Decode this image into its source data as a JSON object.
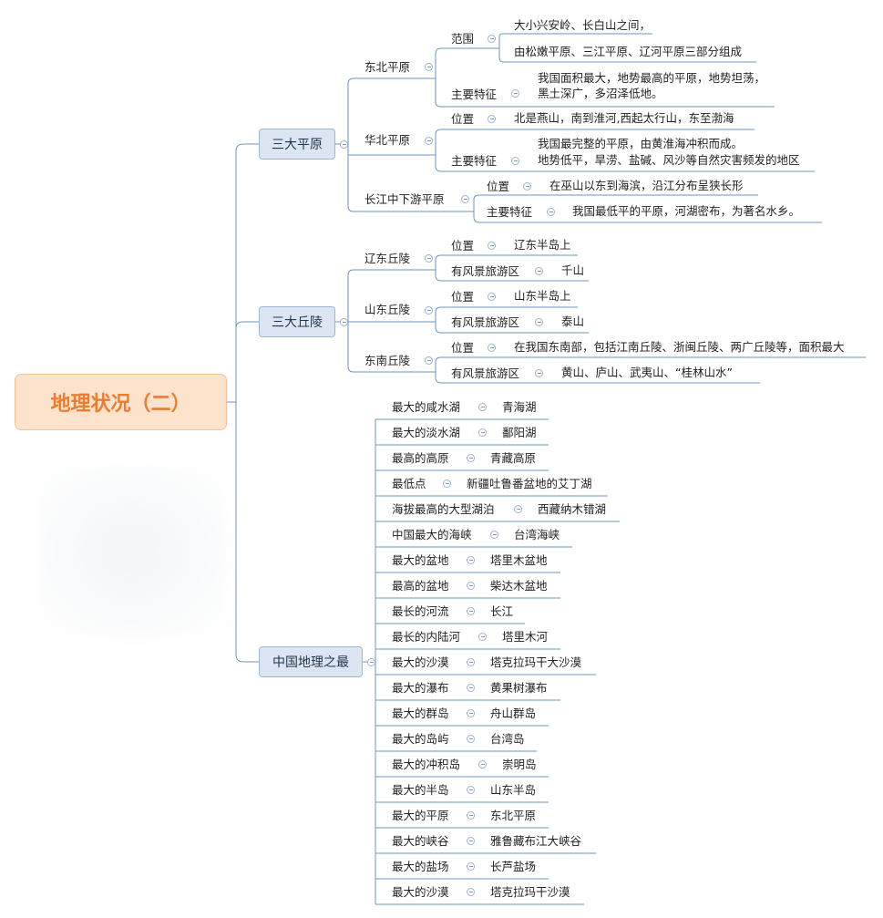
{
  "root": "地理状况（二）",
  "plains": {
    "title": "三大平原",
    "northeast": {
      "title": "东北平原",
      "scope_label": "范围",
      "scope_1": "大小兴安岭、长白山之间，",
      "scope_2": "由松嫩平原、三江平原、辽河平原三部分组成",
      "feature_label": "主要特征",
      "feature_1": "我国面积最大，地势最高的平原，地势坦荡，",
      "feature_2": "黑土深广，多沼泽低地。"
    },
    "north": {
      "title": "华北平原",
      "position_label": "位置",
      "position": "北是燕山，南到淮河,西起太行山，东至渤海",
      "feature_label": "主要特征",
      "feature_1": "我国最完整的平原，由黄淮海冲积而成。",
      "feature_2": "地势低平，旱涝、盐碱、风沙等自然灾害频发的地区"
    },
    "yangtze": {
      "title": "长江中下游平原",
      "position_label": "位置",
      "position": "在巫山以东到海滨，沿江分布呈狭长形",
      "feature_label": "主要特征",
      "feature": "我国最低平的平原，河湖密布，为著名水乡。"
    }
  },
  "hills": {
    "title": "三大丘陵",
    "liaodong": {
      "title": "辽东丘陵",
      "position_label": "位置",
      "position": "辽东半岛上",
      "scenic_label": "有风景旅游区",
      "scenic": "千山"
    },
    "shandong": {
      "title": "山东丘陵",
      "position_label": "位置",
      "position": "山东半岛上",
      "scenic_label": "有风景旅游区",
      "scenic": "泰山"
    },
    "southeast": {
      "title": "东南丘陵",
      "position_label": "位置",
      "position": "在我国东南部，包括江南丘陵、浙闽丘陵、两广丘陵等，面积最大",
      "scenic_label": "有风景旅游区",
      "scenic": "黄山、庐山、武夷山、“桂林山水”"
    }
  },
  "records": {
    "title": "中国地理之最",
    "items": [
      {
        "label": "最大的咸水湖",
        "value": "青海湖"
      },
      {
        "label": "最大的淡水湖",
        "value": "鄱阳湖"
      },
      {
        "label": "最高的高原",
        "value": "青藏高原"
      },
      {
        "label": "最低点",
        "value": "新疆吐鲁番盆地的艾丁湖"
      },
      {
        "label": "海拔最高的大型湖泊",
        "value": "西藏纳木错湖"
      },
      {
        "label": "中国最大的海峡",
        "value": "台湾海峡"
      },
      {
        "label": "最大的盆地",
        "value": "塔里木盆地"
      },
      {
        "label": "最高的盆地",
        "value": "柴达木盆地"
      },
      {
        "label": "最长的河流",
        "value": "长江"
      },
      {
        "label": "最长的内陆河",
        "value": "塔里木河"
      },
      {
        "label": "最大的沙漠",
        "value": "塔克拉玛干大沙漠"
      },
      {
        "label": "最大的瀑布",
        "value": "黄果树瀑布"
      },
      {
        "label": "最大的群岛",
        "value": "舟山群岛"
      },
      {
        "label": "最大的岛屿",
        "value": "台湾岛"
      },
      {
        "label": "最大的冲积岛",
        "value": "崇明岛"
      },
      {
        "label": "最大的半岛",
        "value": "山东半岛"
      },
      {
        "label": "最大的平原",
        "value": "东北平原"
      },
      {
        "label": "最大的峡谷",
        "value": "雅鲁藏布江大峡谷"
      },
      {
        "label": "最大的盐场",
        "value": "长芦盐场"
      },
      {
        "label": "最大的沙漠",
        "value": "塔克拉玛干沙漠"
      }
    ]
  }
}
